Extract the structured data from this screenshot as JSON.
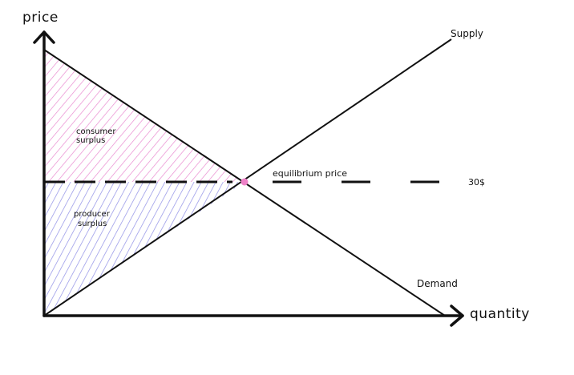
{
  "diagram": {
    "y_axis_label": "price",
    "x_axis_label": "quantity",
    "supply_label": "Supply",
    "demand_label": "Demand",
    "equilibrium_label": "equilibrium price",
    "price_value_label": "30$",
    "consumer_surplus_line1": "consumer",
    "consumer_surplus_line2": "surplus",
    "producer_surplus_line1": "producer",
    "producer_surplus_line2": "surplus",
    "colors": {
      "axis": "#111111",
      "consumer_hatch": "#e98ad0",
      "producer_hatch": "#8f8fe6",
      "equilibrium_point": "#ee82c8"
    }
  }
}
